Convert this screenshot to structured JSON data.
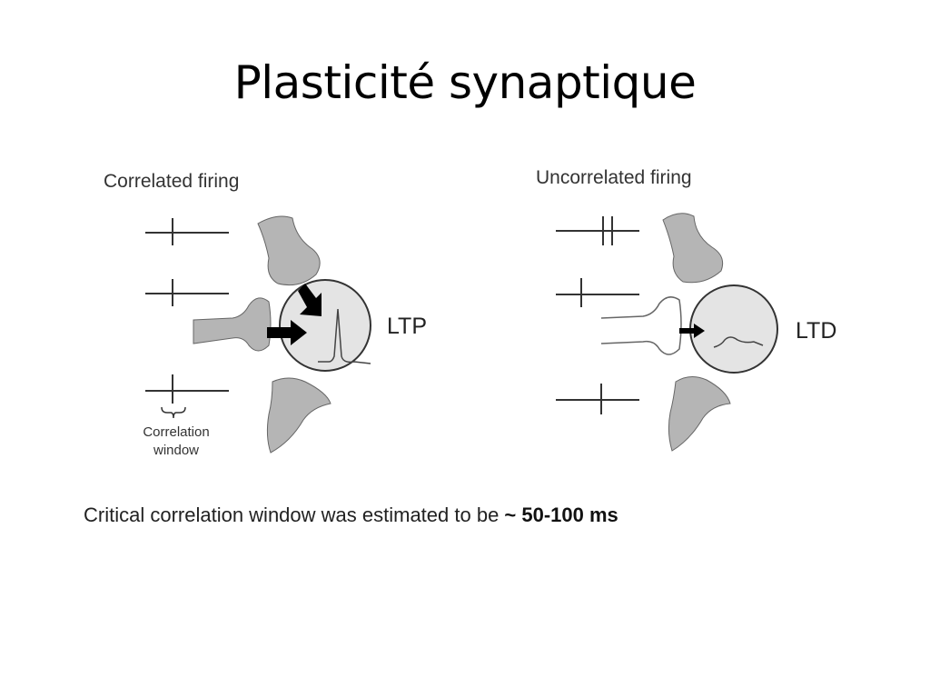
{
  "slide": {
    "title": "Plasticité synaptique",
    "caption_main": "Critical correlation window was estimated to be ",
    "caption_bold": "~ 50-100 ms"
  },
  "figure": {
    "left_panel": {
      "heading": "Correlated firing",
      "result_label": "LTP",
      "window_label_line1": "Correlation",
      "window_label_line2": "window"
    },
    "right_panel": {
      "heading": "Uncorrelated firing",
      "result_label": "LTD"
    },
    "colors": {
      "terminal_fill": "#b5b5b5",
      "soma_fill": "#e4e4e4",
      "stroke": "#333333",
      "arrow": "#000000"
    }
  }
}
